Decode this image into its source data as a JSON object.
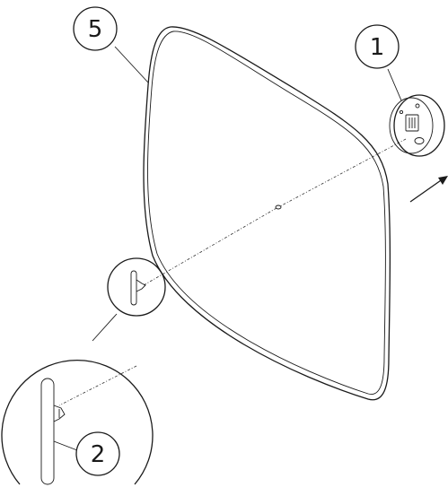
{
  "callouts": {
    "panel": "5",
    "mount": "1",
    "clip": "2"
  },
  "colors": {
    "ink": "#1a1a1a",
    "background": "#ffffff"
  },
  "icons": {
    "direction": "arrow-icon"
  }
}
